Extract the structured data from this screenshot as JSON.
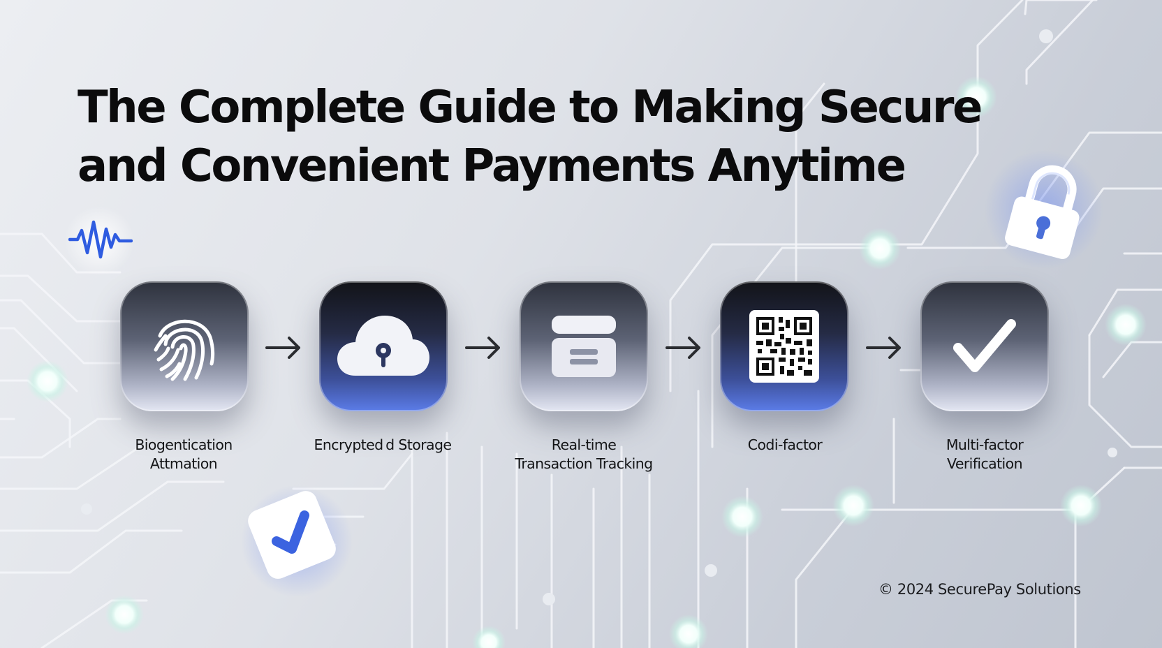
{
  "title": {
    "line1": "The Complete Guide to Making Secure",
    "line2": "and Convenient Payments Anytime"
  },
  "steps": [
    {
      "label_line1": "Biogentication",
      "label_line2": "Attmation",
      "icon": "fingerprint-icon",
      "style": "grey"
    },
    {
      "label_line1": "Encrypted d Storage",
      "label_line2": "",
      "icon": "cloud-lock-icon",
      "style": "blue"
    },
    {
      "label_line1": "Real-time",
      "label_line2": "Transaction Tracking",
      "icon": "card-stack-icon",
      "style": "grey"
    },
    {
      "label_line1": "Codi-factor",
      "label_line2": "",
      "icon": "qr-code-icon",
      "style": "blue"
    },
    {
      "label_line1": "Multi-factor",
      "label_line2": "Verification",
      "icon": "checkmark-icon",
      "style": "grey"
    }
  ],
  "decorations": {
    "heartbeat": "heartbeat-icon",
    "padlock": "padlock-icon",
    "check_badge": "check-badge-icon"
  },
  "colors": {
    "accent_blue": "#3b63e0",
    "tile_dark": "#2e323d",
    "node_glow": "#e8fbf6"
  },
  "footer": {
    "copyright": "© 2024 SecurePay Solutions"
  }
}
